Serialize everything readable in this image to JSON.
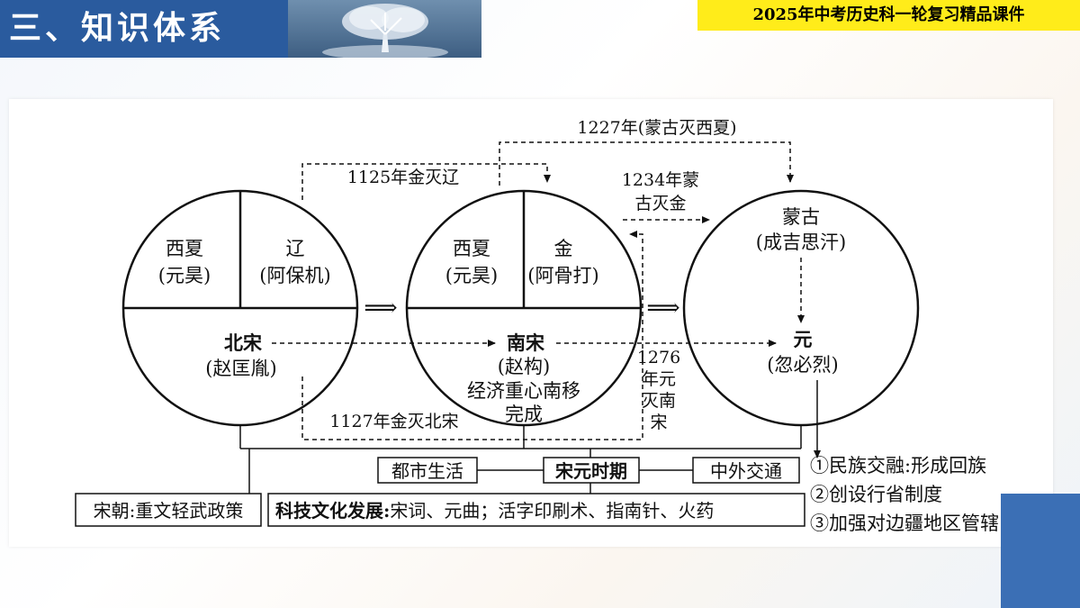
{
  "header": {
    "section_title": "三、知识体系",
    "course_label": "2025年中考历史科一轮复习精品课件"
  },
  "diagram": {
    "circle1": {
      "top_left": {
        "name": "西夏",
        "ruler": "(元昊)"
      },
      "top_right": {
        "name": "辽",
        "ruler": "(阿保机)"
      },
      "bottom": {
        "name": "北宋",
        "ruler": "(赵匡胤)"
      }
    },
    "circle2": {
      "top_left": {
        "name": "西夏",
        "ruler": "(元昊)"
      },
      "top_right": {
        "name": "金",
        "ruler": "(阿骨打)"
      },
      "bottom": {
        "name": "南宋",
        "ruler": "(赵构)",
        "note_line1": "经济重心南移",
        "note_line2": "完成"
      }
    },
    "circle3": {
      "top": {
        "name": "蒙古",
        "ruler": "(成吉思汗)"
      },
      "bottom": {
        "name": "元",
        "ruler": "(忽必烈)"
      }
    },
    "events": {
      "e1227": "1227年(蒙古灭西夏)",
      "e1125": "1125年金灭辽",
      "e1234_line1": "1234年蒙",
      "e1234_line2": "古灭金",
      "e1276": [
        "1276",
        "年元",
        "灭南",
        "宋"
      ],
      "e1127": "1127年金灭北宋"
    },
    "arrow_symbol": "⟹",
    "period": {
      "center": "宋元时期",
      "left": "都市生活",
      "right": "中外交通"
    },
    "song_policy": "宋朝:重文轻武政策",
    "science": {
      "label": "科技文化发展:",
      "content": "宋词、元曲；活字印刷术、指南针、火药"
    },
    "yuan_points": [
      "①民族交融:形成回族",
      "②创设行省制度",
      "③加强对边疆地区管辖"
    ]
  }
}
